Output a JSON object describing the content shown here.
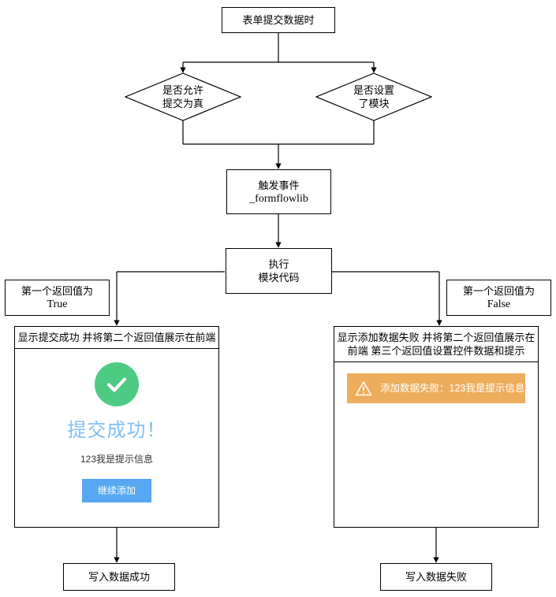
{
  "flowchart": {
    "title_node": {
      "text": "表单提交数据时"
    },
    "decision_left": {
      "line1": "是否允许",
      "line2": "提交为真"
    },
    "decision_right": {
      "line1": "是否设置",
      "line2": "了模块"
    },
    "trigger_node": {
      "line1": "触发事件",
      "line2": "_formflowlib"
    },
    "execute_node": {
      "line1": "执行",
      "line2": "模块代码"
    },
    "label_true": {
      "line1": "第一个返回值为",
      "line2": "True"
    },
    "label_false": {
      "line1": "第一个返回值为",
      "line2": "False"
    },
    "success_panel": {
      "header_line1": "显示提交成功",
      "header_line2": "并将第二个返回值展示在前端",
      "check_icon": "check-circle-icon",
      "title": "提交成功！",
      "message": "123我是提示信息",
      "button_label": "继续添加",
      "accent_green": "#4ECB83",
      "accent_blue": "#56A8F2",
      "title_color": "#7FBFF5"
    },
    "failure_panel": {
      "header_line1": "显示添加数据失败",
      "header_line2": "并将第二个返回值展示在前端",
      "header_line3": "第三个返回值设置控件数据和提示",
      "alert_icon": "warning-triangle-icon",
      "alert_text": "添加数据失败：123我是提示信息",
      "accent_orange": "#EDAD5C"
    },
    "end_success": {
      "text": "写入数据成功"
    },
    "end_failure": {
      "text": "写入数据失败"
    }
  }
}
